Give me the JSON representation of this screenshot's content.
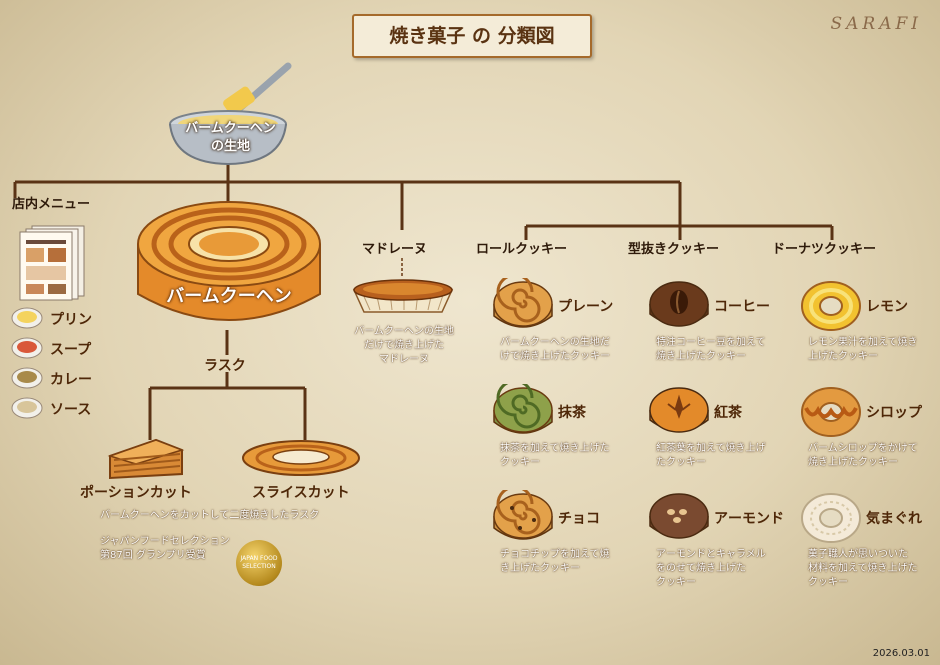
{
  "title": "焼き菓子 の 分類図",
  "logo": "SARAFI",
  "date": "2026.03.01",
  "dough_label": "バームクーヘン\nの生地",
  "store_menu": {
    "heading": "店内メニュー",
    "items": [
      "プリン",
      "スープ",
      "カレー",
      "ソース"
    ]
  },
  "baumkuchen": {
    "label": "バームクーヘン",
    "rusk_heading": "ラスク",
    "portion_cut": "ポーションカット",
    "slice_cut": "スライスカット",
    "rusk_desc": "バームクーヘンをカットして二度焼きしたラスク",
    "award": "ジャパンフードセレクション\n第87回 グランプリ受賞",
    "seal_text": "JAPAN FOOD SELECTION"
  },
  "madeleine": {
    "heading": "マドレーヌ",
    "desc": "バームクーヘンの生地\nだけで焼き上げた\nマドレーヌ"
  },
  "columns": [
    {
      "heading": "ロールクッキー",
      "items": [
        {
          "label": "プレーン",
          "desc": "バームクーヘンの生地だ\nけで焼き上げたクッキー",
          "icon": "roll-cookie-icon",
          "color": "#e3a14a"
        },
        {
          "label": "抹茶",
          "desc": "抹茶を加えて焼き上げた\nクッキー",
          "icon": "matcha-roll-cookie-icon",
          "color": "#8ea14a"
        },
        {
          "label": "チョコ",
          "desc": "チョコチップを加えて焼\nき上げたクッキー",
          "icon": "choco-roll-cookie-icon",
          "color": "#e3a14a"
        }
      ]
    },
    {
      "heading": "型抜きクッキー",
      "items": [
        {
          "label": "コーヒー",
          "desc": "特注コーヒー豆を加えて\n焼き上げたクッキー",
          "icon": "coffee-cookie-icon",
          "color": "#6a3a1c"
        },
        {
          "label": "紅茶",
          "desc": "紅茶葉を加えて焼き上げ\nたクッキー",
          "icon": "tea-cookie-icon",
          "color": "#e38a2a"
        },
        {
          "label": "アーモンド",
          "desc": "アーモンドとキャラメル\nをのせて焼き上げた\nクッキー",
          "icon": "almond-cookie-icon",
          "color": "#7a4a30"
        }
      ]
    },
    {
      "heading": "ドーナツクッキー",
      "items": [
        {
          "label": "レモン",
          "desc": "レモン果汁を加えて焼き\n上げたクッキー",
          "icon": "lemon-donut-cookie-icon",
          "color": "#f2c230"
        },
        {
          "label": "シロップ",
          "desc": "バームシロップをかけて\n焼き上げたクッキー",
          "icon": "syrup-donut-cookie-icon",
          "color": "#e39a40"
        },
        {
          "label": "気まぐれ",
          "desc": "菓子職人が思いついた\n材料を加えて焼き上げた\nクッキー",
          "icon": "whim-donut-cookie-icon",
          "color": "#f4ead8"
        }
      ]
    }
  ]
}
